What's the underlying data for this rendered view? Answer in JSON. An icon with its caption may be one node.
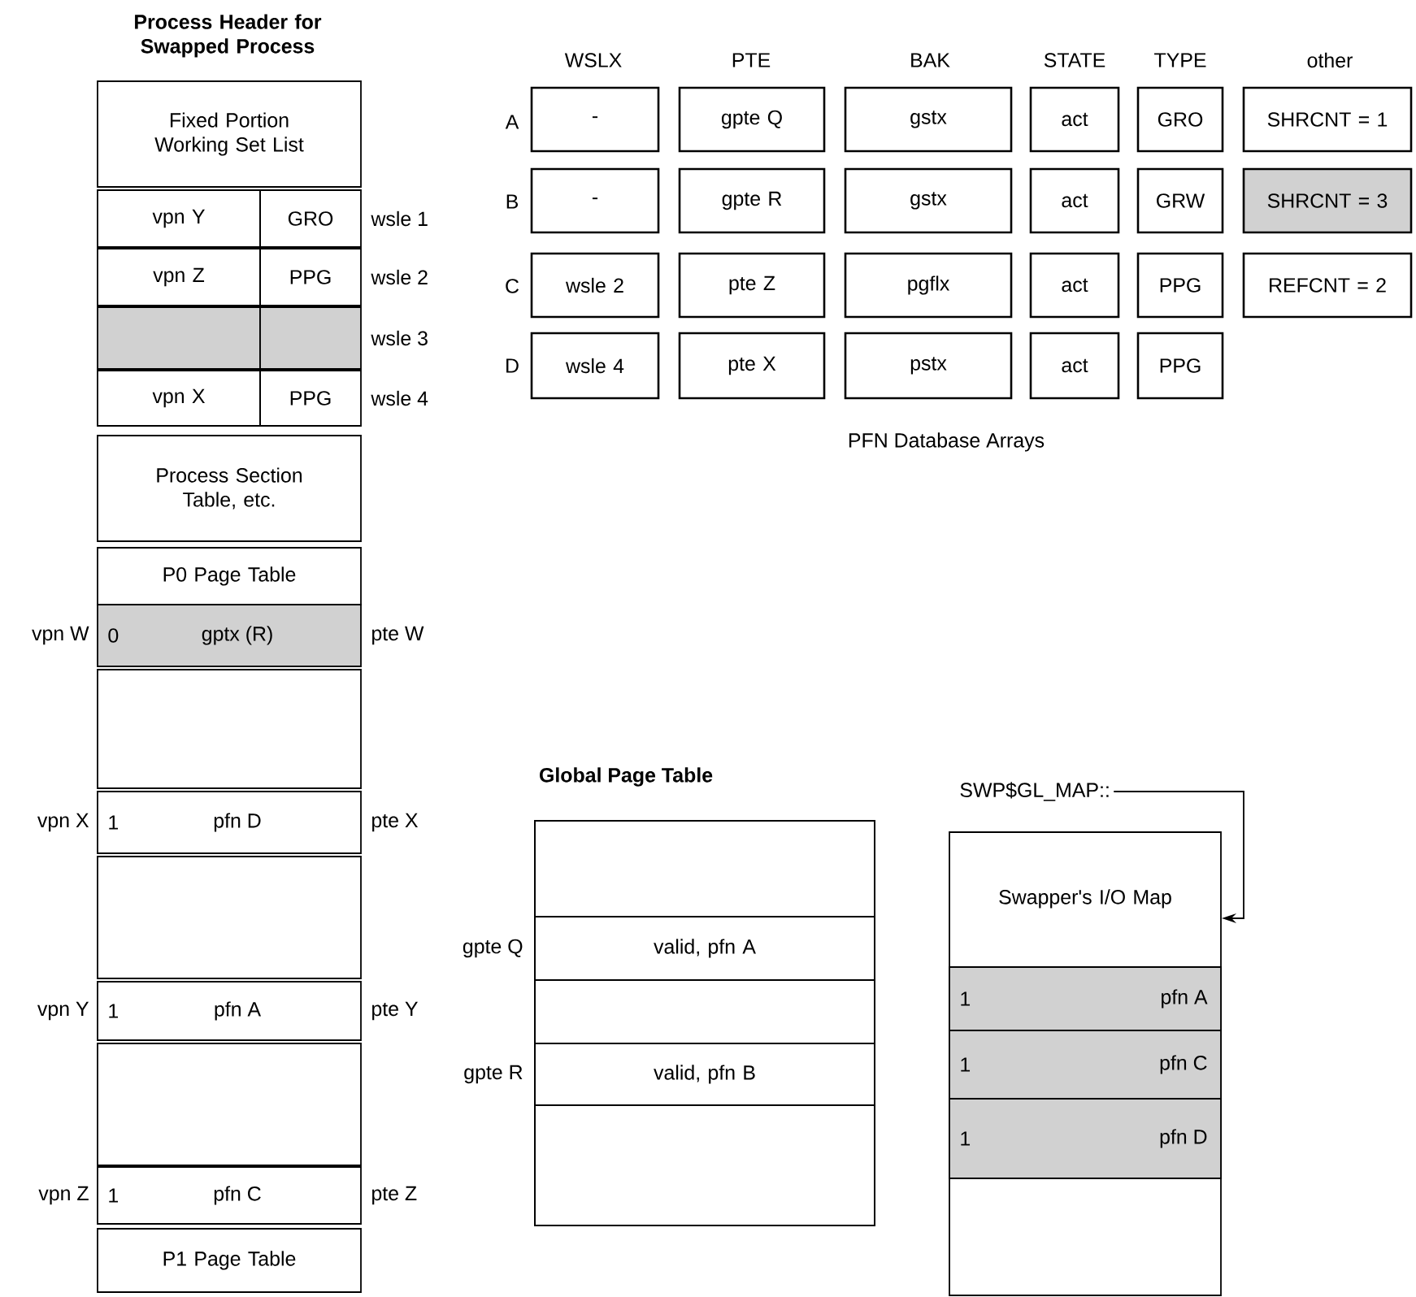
{
  "diagram": {
    "nodes": [
      {
        "text": [
          "Fixed Portion Working Set List"
        ]
      },
      {
        "text": [
          "vpn Y"
        ]
      },
      {
        "text": [
          "GRO"
        ],
        "beside": [
          "wsle 1"
        ]
      },
      {
        "text": [
          "vpn Z"
        ]
      },
      {
        "text": [
          "PPG"
        ],
        "beside": [
          "wsle 2"
        ]
      },
      {
        "text": [],
        "shape": "box"
      },
      {
        "text": [],
        "shape": "box",
        "beside": [
          "wsle 3"
        ]
      },
      {
        "text": [
          "vpn X"
        ]
      },
      {
        "text": [
          "PPG"
        ],
        "beside": [
          "wsle 4"
        ]
      },
      {
        "text": [
          "Process Section Table, etc."
        ]
      },
      {
        "text": [
          "P0 Page Table"
        ]
      },
      {
        "text": [
          "0",
          "gptx (R)"
        ],
        "beside": [
          "vpn W",
          "pte W"
        ]
      },
      {
        "text": [],
        "shape": "box"
      },
      {
        "text": [
          "1",
          "pfn D"
        ],
        "beside": [
          "vpn X",
          "pte X"
        ]
      },
      {
        "text": [],
        "shape": "box"
      },
      {
        "text": [
          "1",
          "pfn A"
        ],
        "beside": [
          "vpn Y",
          "pte Y"
        ]
      },
      {
        "text": [],
        "shape": "box"
      },
      {
        "text": [
          "1",
          "pfn C"
        ],
        "beside": [
          "vpn Z",
          "pte Z"
        ]
      },
      {
        "text": [
          "P1 Page Table"
        ]
      },
      {
        "text": [
          "-"
        ]
      },
      {
        "text": [
          "gpte Q"
        ]
      },
      {
        "text": [
          "gstx"
        ]
      },
      {
        "text": [
          "act"
        ]
      },
      {
        "text": [
          "GRO"
        ]
      },
      {
        "text": [
          "SHRCNT = 1"
        ]
      },
      {
        "text": [
          "-"
        ]
      },
      {
        "text": [
          "gpte R"
        ]
      },
      {
        "text": [
          "gstx"
        ]
      },
      {
        "text": [
          "act"
        ]
      },
      {
        "text": [
          "GRW"
        ]
      },
      {
        "text": [
          "SHRCNT = 3"
        ]
      },
      {
        "text": [
          "wsle 2"
        ]
      },
      {
        "text": [
          "pte Z"
        ]
      },
      {
        "text": [
          "pgflx"
        ]
      },
      {
        "text": [
          "act"
        ]
      },
      {
        "text": [
          "PPG"
        ]
      },
      {
        "text": [
          "REFCNT = 2"
        ]
      },
      {
        "text": [
          "wsle 4"
        ]
      },
      {
        "text": [
          "pte X"
        ]
      },
      {
        "text": [
          "pstx"
        ]
      },
      {
        "text": [
          "act"
        ]
      },
      {
        "text": [
          "PPG"
        ]
      },
      {
        "text": [
          "Global Page Table"
        ]
      },
      {
        "text": [],
        "shape": "box",
        "in": 42
      },
      {
        "text": [
          "valid, pfn A"
        ],
        "beside": [
          "gpte Q"
        ],
        "in": 42
      },
      {
        "text": [],
        "shape": "box",
        "in": 42
      },
      {
        "text": [
          "valid, pfn B"
        ],
        "beside": [
          "gpte R"
        ],
        "in": 42
      },
      {
        "text": [],
        "shape": "box",
        "in": 42
      },
      {
        "text": [
          "SWP$GL_MAP::"
        ]
      },
      {
        "text": [
          "Swapper's I/O Map"
        ]
      },
      {
        "text": [
          "1",
          "pfn A"
        ],
        "in": 49
      },
      {
        "text": [
          "1",
          "pfn C"
        ],
        "in": 49
      },
      {
        "text": [
          "1",
          "pfn D"
        ],
        "in": 49
      }
    ],
    "edges": [
      {
        "from": 48,
        "to": 49,
        "arrow": "to"
      }
    ],
    "labels": [
      "Process Header for Swapped Process",
      "WSLX",
      "PTE",
      "BAK",
      "STATE",
      "TYPE",
      "other",
      "A",
      "B",
      "C",
      "D",
      "PFN Database Arrays"
    ]
  }
}
